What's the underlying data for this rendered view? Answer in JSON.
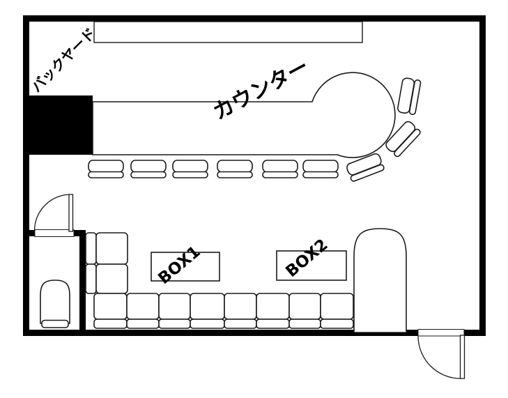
{
  "floorplan": {
    "labels": {
      "backyard": "バックヤード",
      "counter": "カウンター",
      "box1": "BOX1",
      "box2": "BOX2"
    },
    "counts": {
      "counter_stools": 6,
      "counter_end_chairs": 3,
      "bench_sofa_seats_bottom": 8,
      "bench_sofa_seats_side": 2,
      "box_tables": 2,
      "doors": 2
    },
    "colors": {
      "wall": "#000000",
      "line": "#1a1a1a",
      "floor": "#ffffff"
    }
  }
}
